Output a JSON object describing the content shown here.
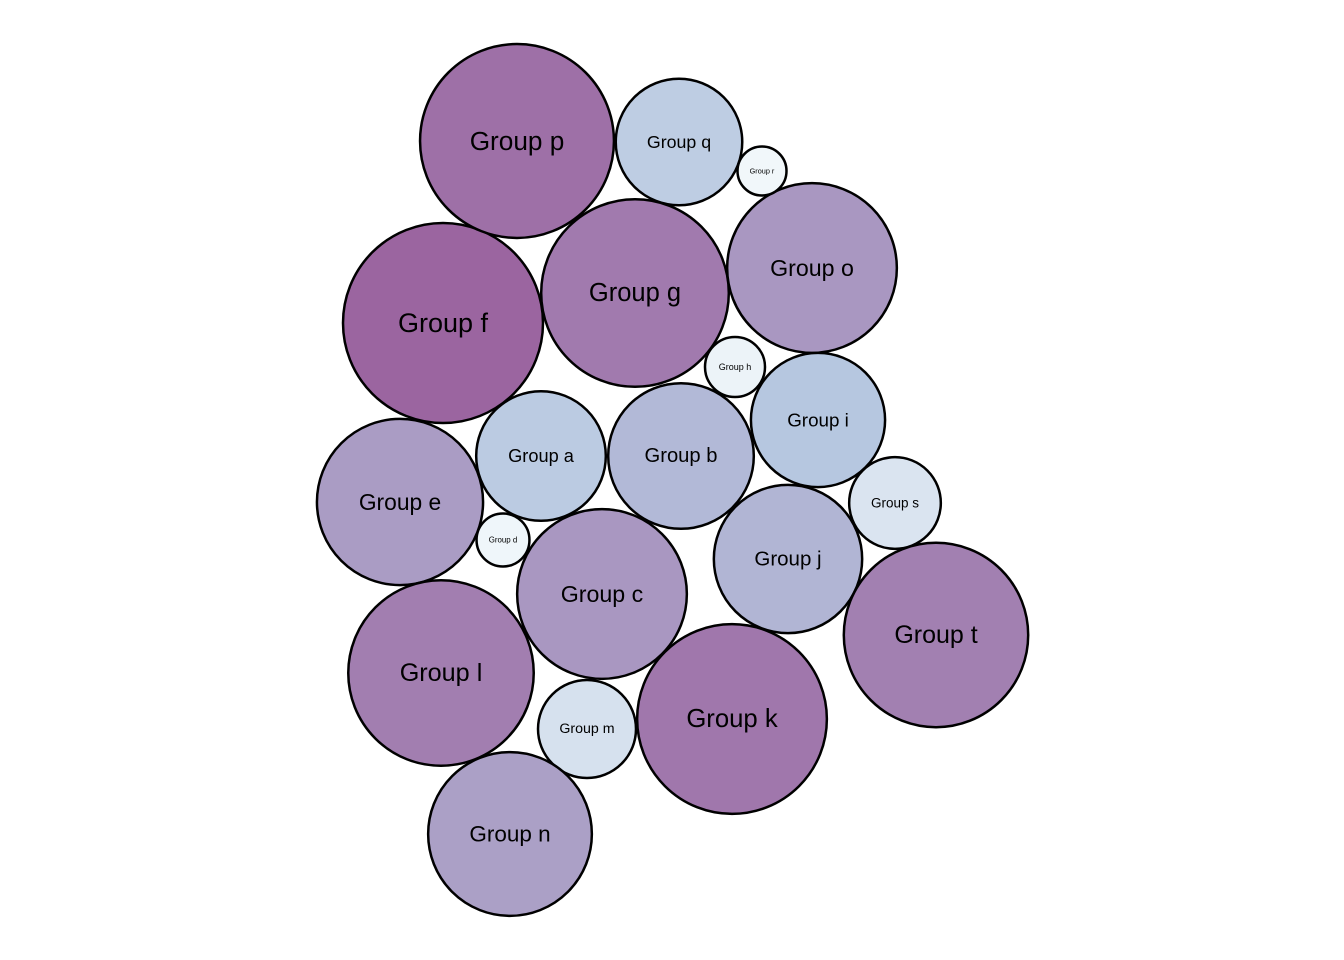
{
  "chart_data": {
    "type": "circle-packing",
    "title": "",
    "labels": [
      "Group a",
      "Group b",
      "Group c",
      "Group d",
      "Group e",
      "Group f",
      "Group g",
      "Group h",
      "Group i",
      "Group j",
      "Group k",
      "Group l",
      "Group m",
      "Group n",
      "Group o",
      "Group p",
      "Group q",
      "Group r",
      "Group s",
      "Group t"
    ],
    "values": [
      42,
      53,
      72,
      7,
      69,
      100,
      88,
      9,
      45,
      55,
      90,
      86,
      24,
      67,
      72,
      94,
      40,
      6,
      21,
      85
    ],
    "color_scale": {
      "low": "#f2f8fb",
      "mid": "#b6c7e0",
      "high": "#9b65a0"
    },
    "stroke_color": "#000000"
  }
}
